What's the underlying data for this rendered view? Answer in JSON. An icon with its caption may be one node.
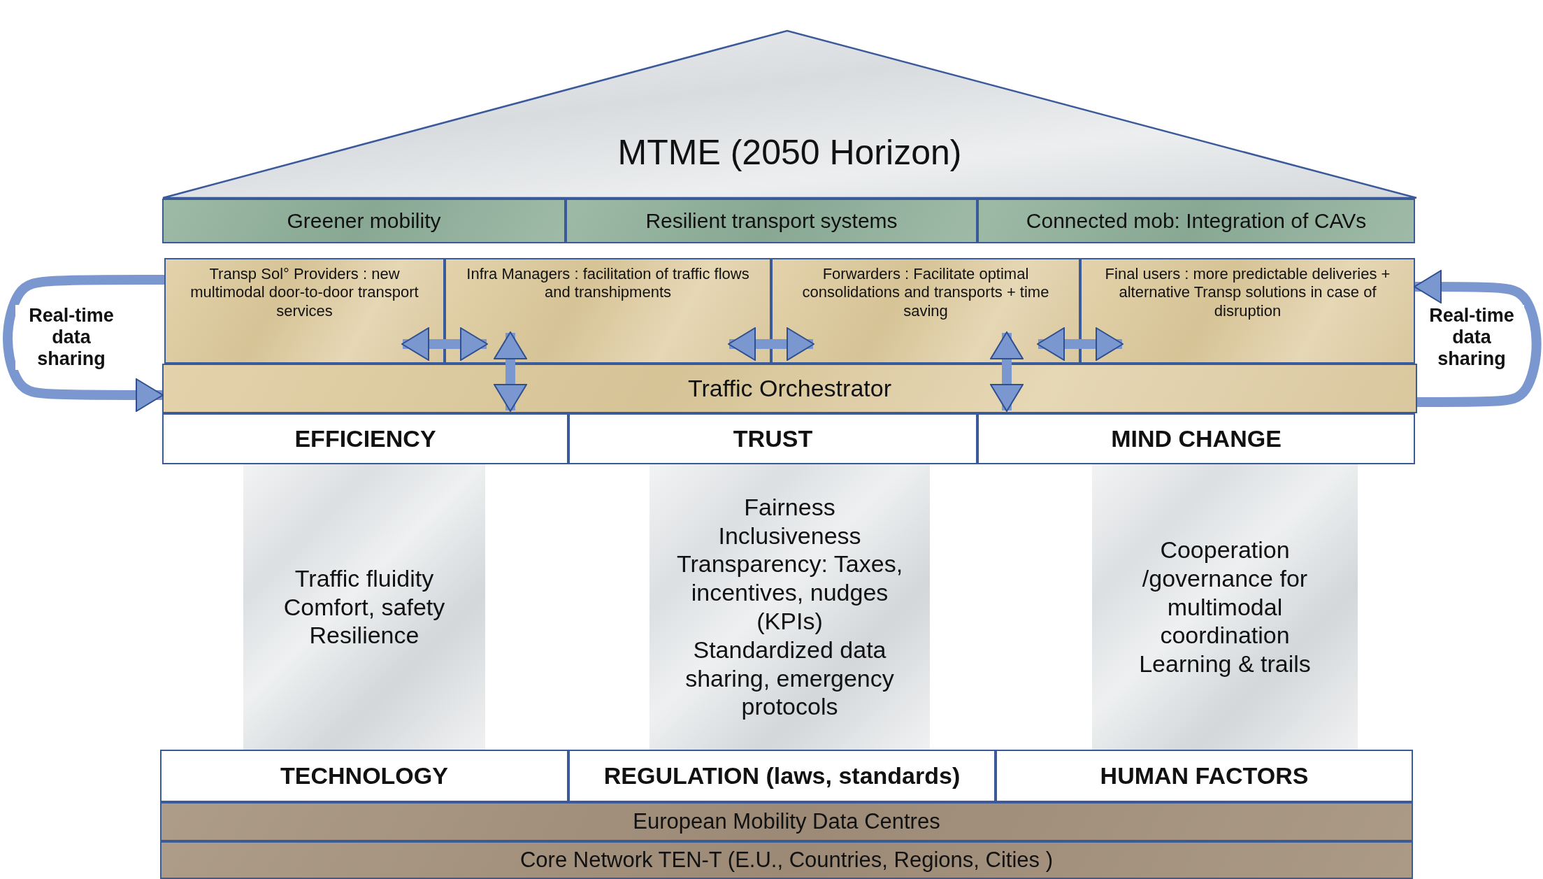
{
  "diagram": {
    "nodes": [
      {
        "text": [
          "MTME (2050 Horizon)"
        ]
      },
      {
        "text": [
          "Greener mobility"
        ]
      },
      {
        "text": [
          "Resilient transport systems"
        ]
      },
      {
        "text": [
          "Connected mob: Integration of CAVs"
        ]
      },
      {
        "text": [
          "Transp Sol° Providers : new multimodal door-to-door transport services"
        ]
      },
      {
        "text": [
          "Infra Managers : facilitation of traffic flows and transhipments"
        ]
      },
      {
        "text": [
          "Forwarders : Facilitate optimal consolidations and transports + time saving"
        ]
      },
      {
        "text": [
          "Final users : more predictable deliveries + alternative Transp solutions in case of disruption"
        ]
      },
      {
        "text": [
          "Traffic Orchestrator"
        ]
      },
      {
        "text": [
          "EFFICIENCY"
        ]
      },
      {
        "text": [
          "TRUST"
        ]
      },
      {
        "text": [
          "MIND CHANGE"
        ]
      },
      {
        "text": [
          "Traffic fluidity",
          "Comfort, safety",
          "Resilience"
        ]
      },
      {
        "text": [
          "Fairness",
          "Inclusiveness",
          "Transparency: Taxes, incentives, nudges (KPIs)",
          "Standardized data sharing, emergency protocols"
        ]
      },
      {
        "text": [
          "Cooperation /governance for multimodal coordination",
          "Learning & trails"
        ]
      },
      {
        "text": [
          "TECHNOLOGY"
        ]
      },
      {
        "text": [
          "REGULATION (laws, standards)"
        ]
      },
      {
        "text": [
          "HUMAN FACTORS"
        ]
      },
      {
        "text": [
          "European Mobility Data Centres"
        ]
      },
      {
        "text": [
          "Core Network TEN-T (E.U., Countries, Regions, Cities )"
        ]
      }
    ],
    "edges": [
      {
        "from": 4,
        "to": 8,
        "arrow": "to",
        "label": "Real-time data sharing"
      },
      {
        "from": 8,
        "to": 7,
        "arrow": "to",
        "label": "Real-time data sharing"
      },
      {
        "from": 4,
        "to": 5,
        "arrow": "both"
      },
      {
        "from": 5,
        "to": 6,
        "arrow": "both"
      },
      {
        "from": 6,
        "to": 7,
        "arrow": "both"
      },
      {
        "from": 5,
        "to": 8,
        "arrow": "both"
      },
      {
        "from": 6,
        "to": 8,
        "arrow": "both"
      }
    ]
  }
}
